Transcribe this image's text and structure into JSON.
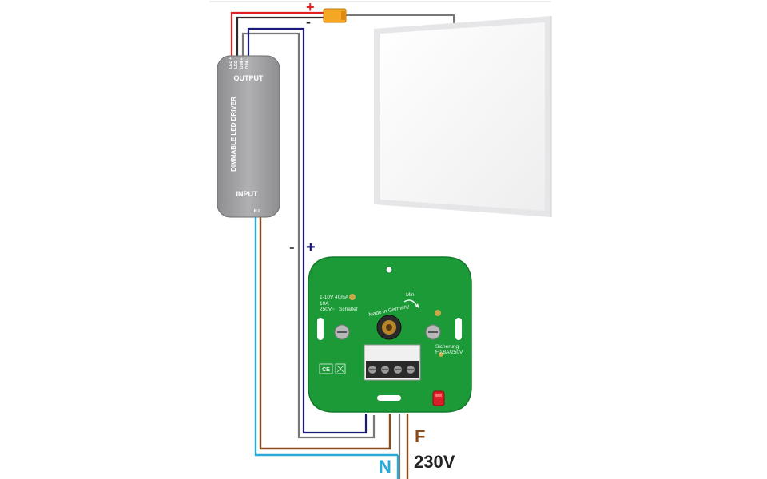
{
  "driver": {
    "title": "DIMMABLE LED DRIVER",
    "output_label": "OUTPUT",
    "input_label": "INPUT",
    "output_terminals": [
      "LED +",
      "LED -",
      "DIM +",
      "DIM -"
    ],
    "input_terminals": "N  L"
  },
  "wires": {
    "led_plus": "+",
    "led_minus": "-",
    "dim_minus": "-",
    "dim_plus": "+"
  },
  "dimmer": {
    "spec_line1": "1-10V  40mA",
    "spec_line2": "10A",
    "spec_line3": "250V~",
    "switch_label": "Schalter",
    "min_label": "Min",
    "fuse_line1": "Sicherung",
    "fuse_line2": "F0,8A/250V",
    "ce_mark": "CE",
    "made_in": "Made in Germany"
  },
  "mains": {
    "f_label": "F",
    "voltage_label": "230V",
    "n_label": "N"
  },
  "colors": {
    "red_wire": "#e02020",
    "blue_wire": "#1a1a7a",
    "grey_wire": "#777777",
    "brown_wire": "#8a4a1a",
    "light_blue_wire": "#2aa8d8",
    "pcb_green": "#1c9a38",
    "driver_grey": "#a0a0a2"
  }
}
